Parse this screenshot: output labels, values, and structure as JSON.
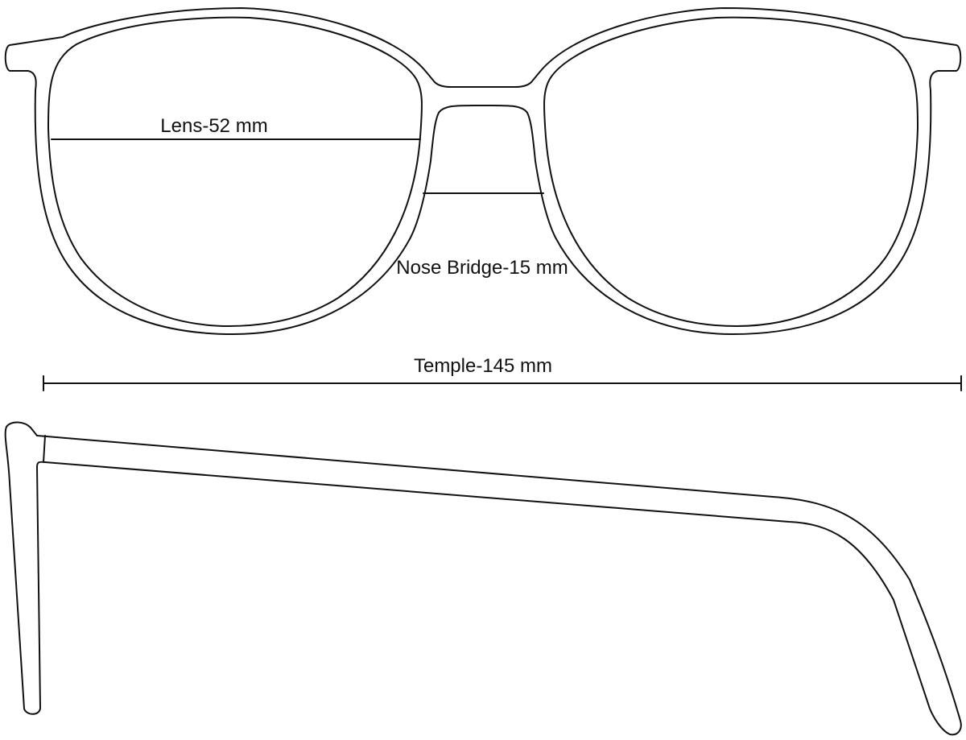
{
  "labels": {
    "lens": "Lens-52 mm",
    "nose_bridge": "Nose Bridge-15 mm",
    "temple": "Temple-145 mm"
  },
  "colors": {
    "stroke": "#111111",
    "background": "#ffffff"
  }
}
